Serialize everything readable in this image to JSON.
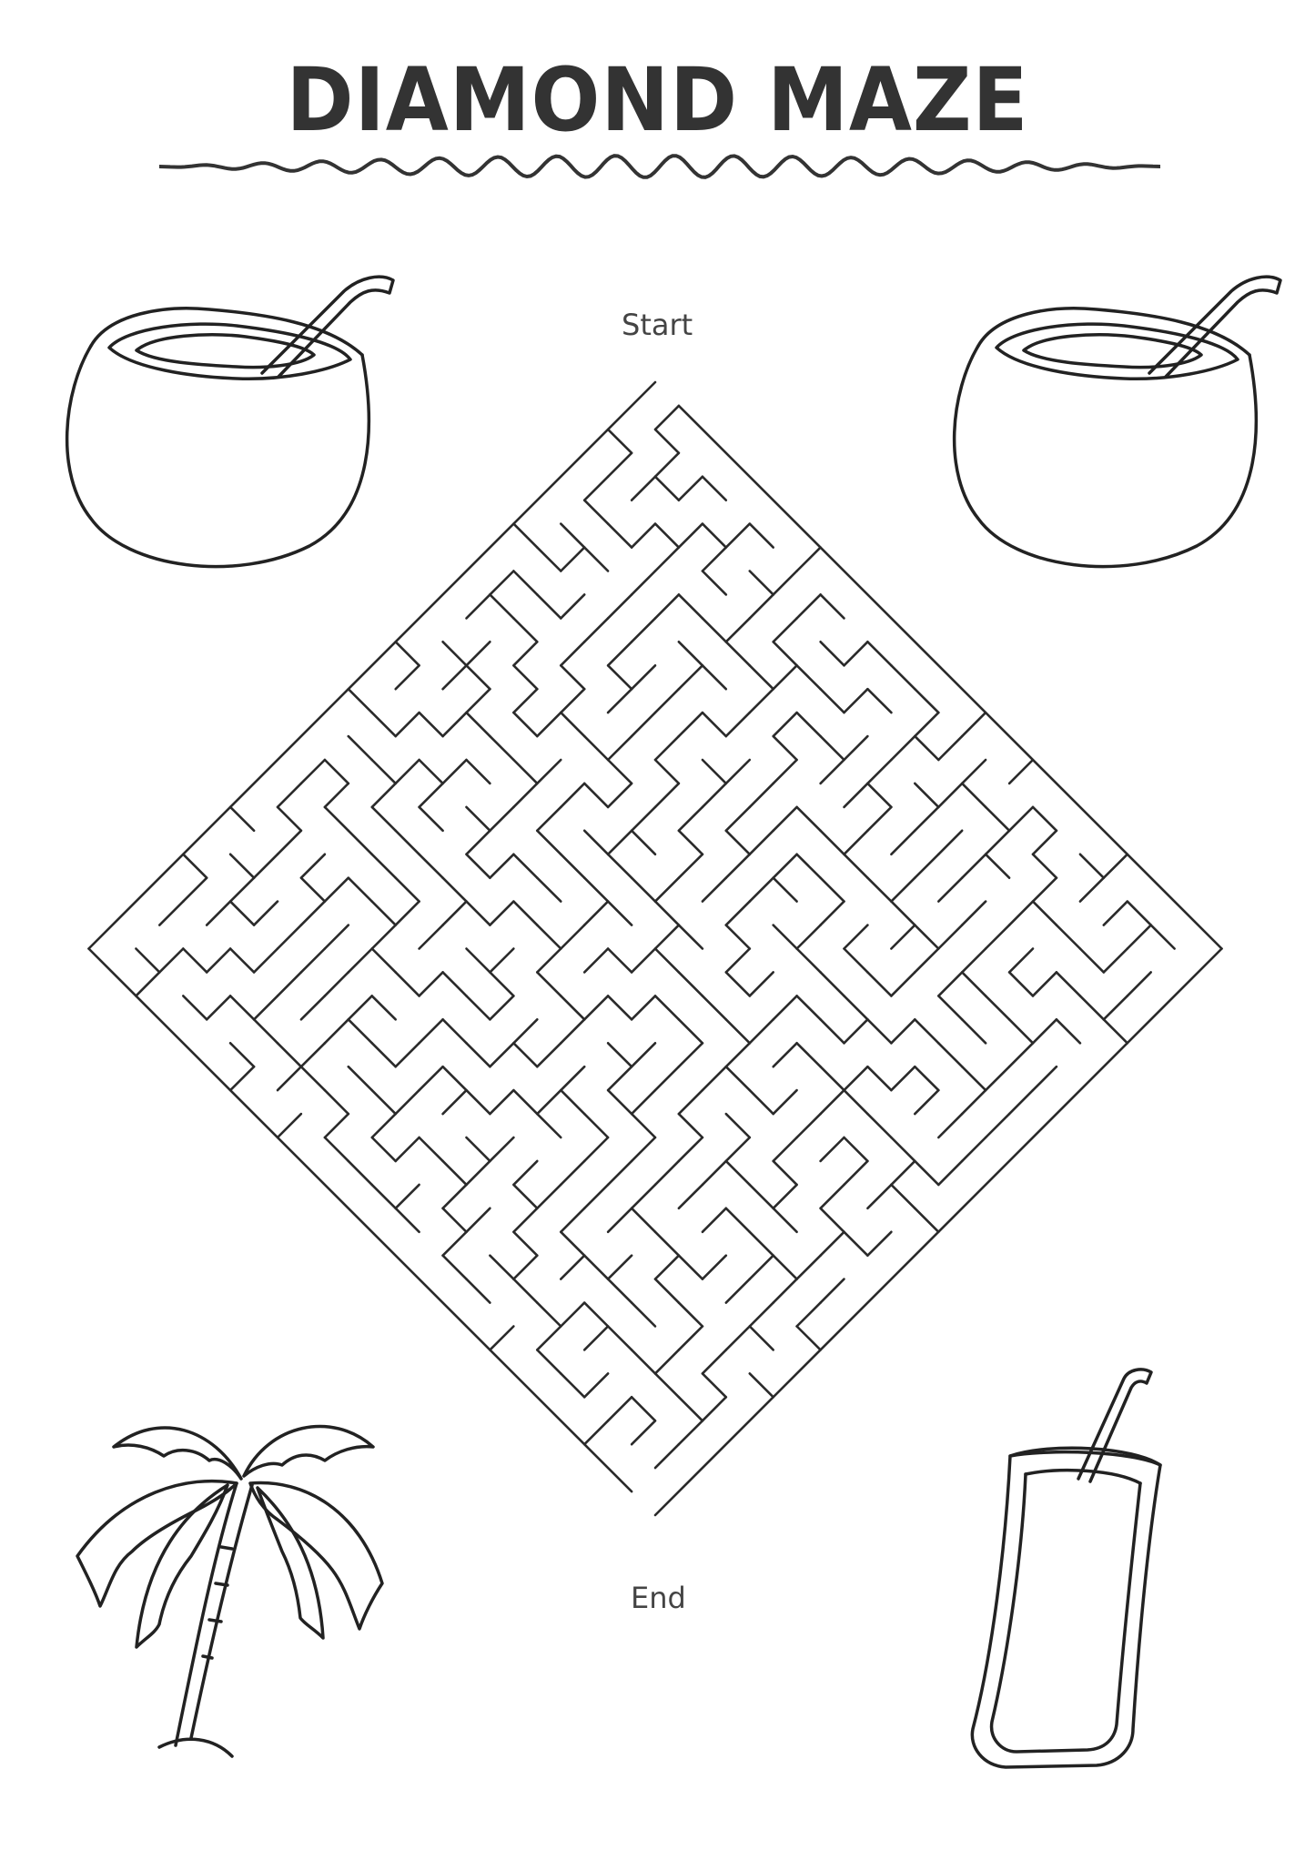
{
  "page": {
    "title": "DIAMOND MAZE",
    "start_label": "Start",
    "end_label": "End"
  },
  "colors": {
    "ink": "#222222",
    "background": "#ffffff"
  },
  "decorations": [
    "coconut-drink-icon",
    "coconut-drink-icon",
    "palm-tree-icon",
    "juice-glass-icon"
  ],
  "maze": {
    "shape": "diamond",
    "cells_per_side": 24
  }
}
